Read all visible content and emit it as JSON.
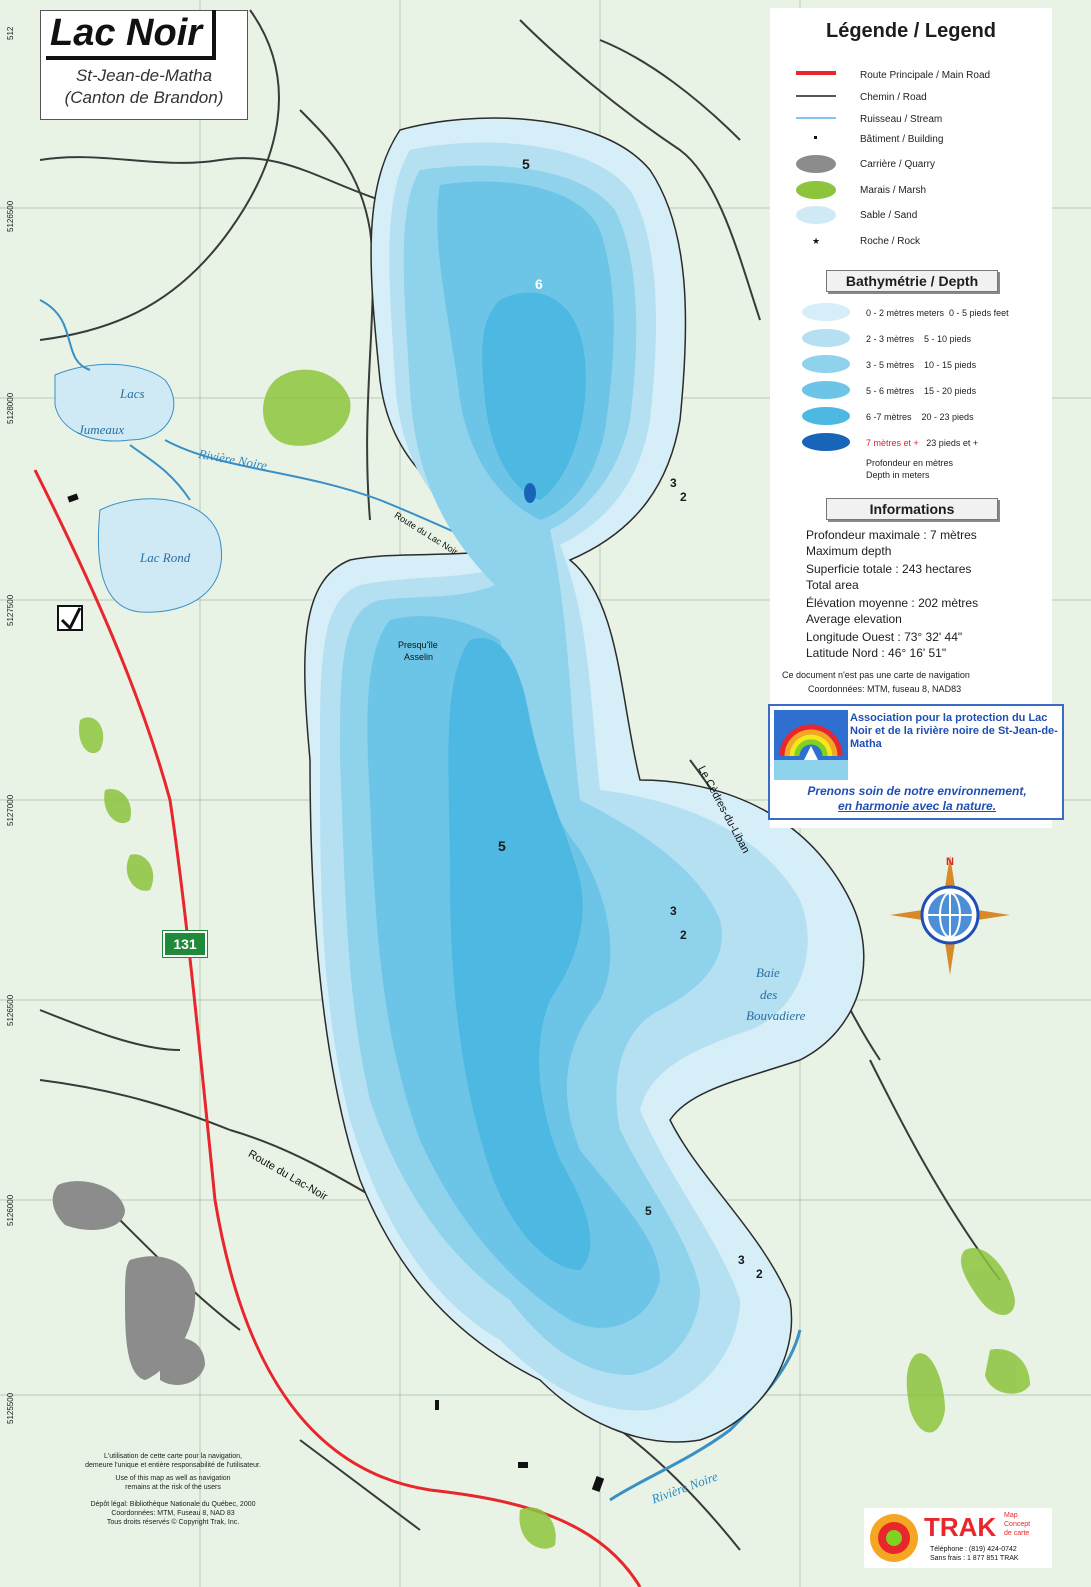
{
  "title": {
    "main": "Lac Noir",
    "line1": "St-Jean-de-Matha",
    "line2": "(Canton de Brandon)"
  },
  "legend": {
    "title": "Légende / Legend",
    "items": [
      "Route Principale / Main Road",
      "Chemin / Road",
      "Ruisseau / Stream",
      "Bâtiment / Building",
      "Carrière / Quarry",
      "Marais / Marsh",
      "Sable / Sand",
      "Roche / Rock"
    ],
    "colors": {
      "main_road": "#e8262b",
      "road": "#333333",
      "stream": "#7fc6e8",
      "quarry": "#8c8c8c",
      "marsh": "#8cc43c",
      "sand": "#cfeaf5"
    }
  },
  "bathymetry": {
    "title": "Bathymétrie / Depth",
    "rows": [
      {
        "metres": "0 - 2 mètres meters",
        "feet": "0 - 5 pieds feet",
        "color": "#d6eef8"
      },
      {
        "metres": "2 - 3 mètres",
        "feet": "5 - 10 pieds",
        "color": "#b4e0f2"
      },
      {
        "metres": "3 - 5 mètres",
        "feet": "10 - 15 pieds",
        "color": "#8fd2ec"
      },
      {
        "metres": "5 - 6 mètres",
        "feet": "15 - 20 pieds",
        "color": "#6cc5e6"
      },
      {
        "metres": "6 -7 mètres",
        "feet": "20 - 23 pieds",
        "color": "#4db8e1"
      },
      {
        "metres": "7 mètres et +",
        "feet": "23 pieds et +",
        "color": "#1764b8"
      }
    ],
    "note1": "Profondeur en mètres",
    "note2": "Depth in meters"
  },
  "informations": {
    "title": "Informations",
    "lines": [
      "Profondeur maximale : 7 mètres",
      "Maximum depth",
      "Superficie totale : 243 hectares",
      "Total area",
      "Élévation moyenne : 202 mètres",
      "Average elevation",
      "Longitude Ouest : 73° 32' 44\"",
      "Latitude Nord : 46° 16' 51\""
    ],
    "disclaimer1": "Ce document n'est pas une carte de navigation",
    "disclaimer2": "Coordonnées: MTM, fuseau 8, NAD83"
  },
  "association": {
    "name": "Association pour la protection du Lac Noir et de la rivière noire de St-Jean-de-Matha",
    "slogan1": "Prenons soin de notre environnement,",
    "slogan2": "en harmonie avec la nature."
  },
  "map_labels": {
    "lacs_jumeaux_1": "Lacs",
    "lacs_jumeaux_2": "Jumeaux",
    "lac_rond": "Lac Rond",
    "riviere_noire_top": "Rivière Noire",
    "riviere_noire_bottom": "Rivière Noire",
    "route_lac_noir_top": "Route du Lac Noir",
    "route_lac_noir_bottom": "Route du Lac-Noir",
    "presquile": "Presqu'île",
    "presquile2": "Asselin",
    "cedres": "Le Cèdres-du-Liban",
    "baie1": "Baie",
    "baie2": "des",
    "baie3": "Bouvadiere",
    "highway": "131"
  },
  "depth_numbers": [
    "5",
    "6",
    "3",
    "2",
    "5",
    "3",
    "2",
    "5",
    "3",
    "2"
  ],
  "coordinates": [
    "512",
    "5126500",
    "5128000",
    "5127500",
    "5127000",
    "5126500",
    "5126000",
    "5125500"
  ],
  "compass_label": "N",
  "notes": {
    "fr1": "L'utilisation de cette carte pour la navigation,",
    "fr2": "demeure l'unique et entière responsabilité de l'utilisateur.",
    "en1": "Use of this map as well as navigation",
    "en2": "remains at the risk of the users",
    "copy1": "Dépôt légal: Bibliothèque Nationale du Québec, 2000",
    "copy2": "Coordonnées: MTM, Fuseau 8, NAD 83",
    "copy3": "Tous droits réservés  © Copyright Trak, Inc."
  },
  "trak": {
    "name": "TRAK",
    "tag1": "Map",
    "tag2": "Concept",
    "tag3": "de carte",
    "tel1": "Téléphone : (819) 424-0742",
    "tel2": "Sans frais : 1 877 851 TRAK"
  }
}
